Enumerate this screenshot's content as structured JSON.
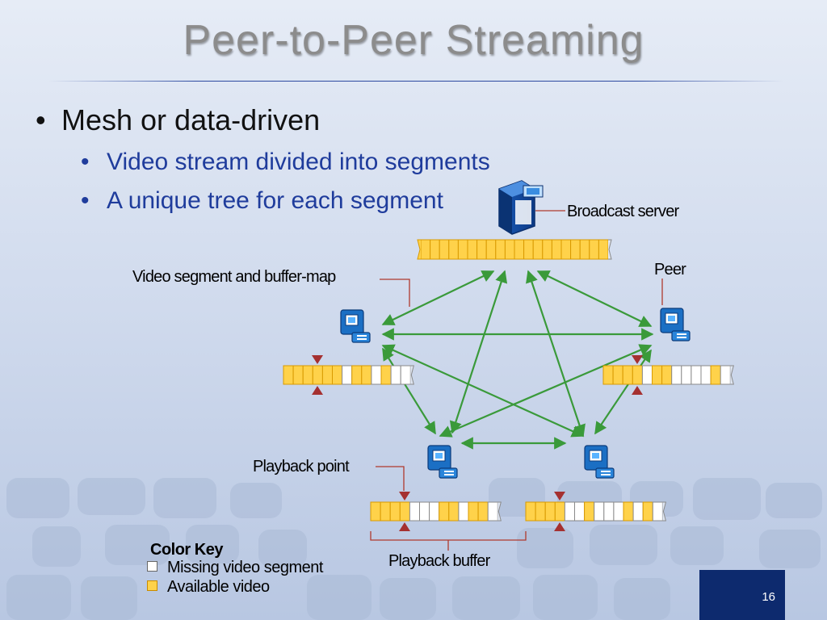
{
  "slide": {
    "title": "Peer-to-Peer Streaming",
    "bullets": [
      {
        "level": 1,
        "text": "Mesh or data-driven"
      },
      {
        "level": 2,
        "text": "Video stream divided into segments"
      },
      {
        "level": 2,
        "text": "A unique tree for each segment"
      }
    ],
    "page_number": "16"
  },
  "diagram": {
    "labels": {
      "broadcast_server": "Broadcast server",
      "peer": "Peer",
      "video_segment_buffer_map": "Video segment and buffer-map",
      "playback_point": "Playback point",
      "playback_buffer": "Playback buffer"
    },
    "nodes": [
      {
        "id": "server",
        "icon": "server-icon"
      },
      {
        "id": "peer-left",
        "icon": "computer-icon"
      },
      {
        "id": "peer-right",
        "icon": "computer-icon"
      },
      {
        "id": "peer-bottom-left",
        "icon": "computer-icon"
      },
      {
        "id": "peer-bottom-right",
        "icon": "computer-icon"
      }
    ],
    "edges": [
      [
        "server",
        "peer-left"
      ],
      [
        "server",
        "peer-right"
      ],
      [
        "server",
        "peer-bottom-left"
      ],
      [
        "server",
        "peer-bottom-right"
      ],
      [
        "peer-left",
        "peer-right"
      ],
      [
        "peer-left",
        "peer-bottom-left"
      ],
      [
        "peer-left",
        "peer-bottom-right"
      ],
      [
        "peer-right",
        "peer-bottom-left"
      ],
      [
        "peer-right",
        "peer-bottom-right"
      ],
      [
        "peer-bottom-left",
        "peer-bottom-right"
      ]
    ],
    "buffers": {
      "server": "AAAAAAAAAAAAAAAAAAAA",
      "peer-left": "AAAAAAMAAMAMM",
      "peer-right": "AAAAMAAMMMMAM",
      "peer-bottom-left": "AAAAMMMAAMAAM",
      "peer-bottom-right": "AAAAMMAMMMAMAM"
    }
  },
  "color_key": {
    "title": "Color Key",
    "items": [
      {
        "label": "Missing video segment",
        "color": "#ffffff"
      },
      {
        "label": "Available video",
        "color": "#ffd24a"
      }
    ]
  },
  "colors": {
    "arrow": "#3a9a3a",
    "available": "#ffd24a",
    "missing": "#ffffff",
    "marker": "#a53030",
    "leader": "#b03a2e",
    "title": "#8c8c8c",
    "subbullet": "#1f3c9c",
    "page_box": "#0d2a6e"
  }
}
